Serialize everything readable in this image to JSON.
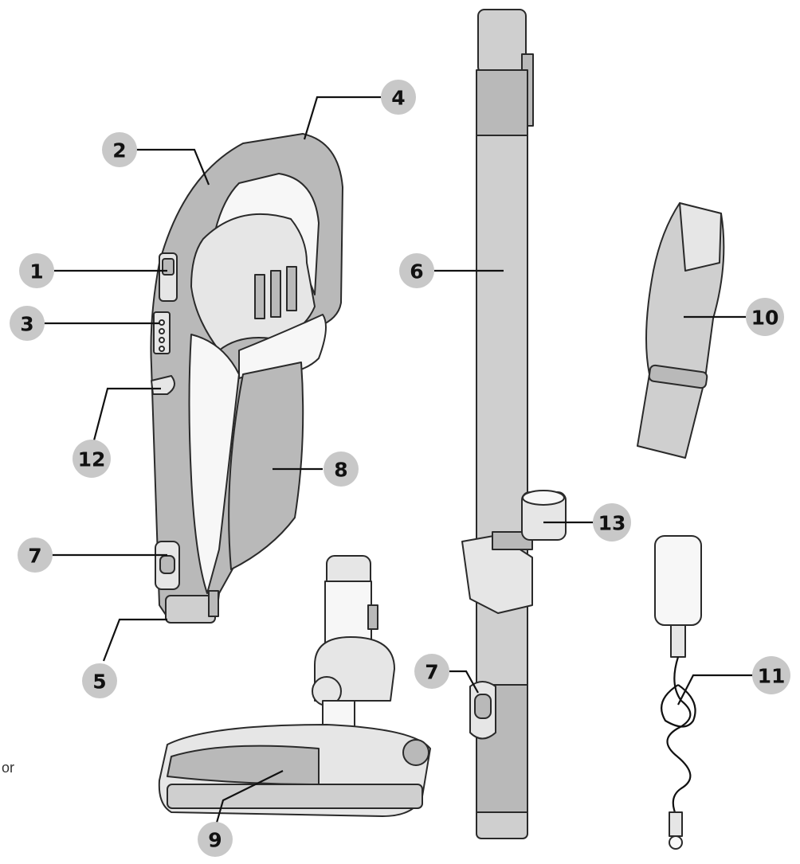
{
  "labels": {
    "1": "1",
    "2": "2",
    "3": "3",
    "4": "4",
    "5": "5",
    "6": "6",
    "7a": "7",
    "7b": "7",
    "8": "8",
    "9": "9",
    "10": "10",
    "11": "11",
    "12": "12",
    "13": "13"
  },
  "edge_text": "or",
  "colors": {
    "badge": "#c8c8c8",
    "part_dark": "#b9b9b9",
    "part_light": "#e6e6e6",
    "outline": "#2a2a2a"
  }
}
